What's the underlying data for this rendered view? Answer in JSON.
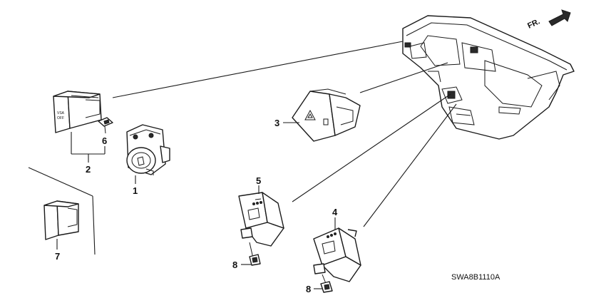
{
  "diagram": {
    "direction_label": "FR.",
    "drawing_code": "SWA8B1110A",
    "switch_text": [
      "VSA",
      "OFF"
    ],
    "callouts": [
      "1",
      "2",
      "3",
      "4",
      "5",
      "6",
      "7",
      "8",
      "8"
    ]
  }
}
